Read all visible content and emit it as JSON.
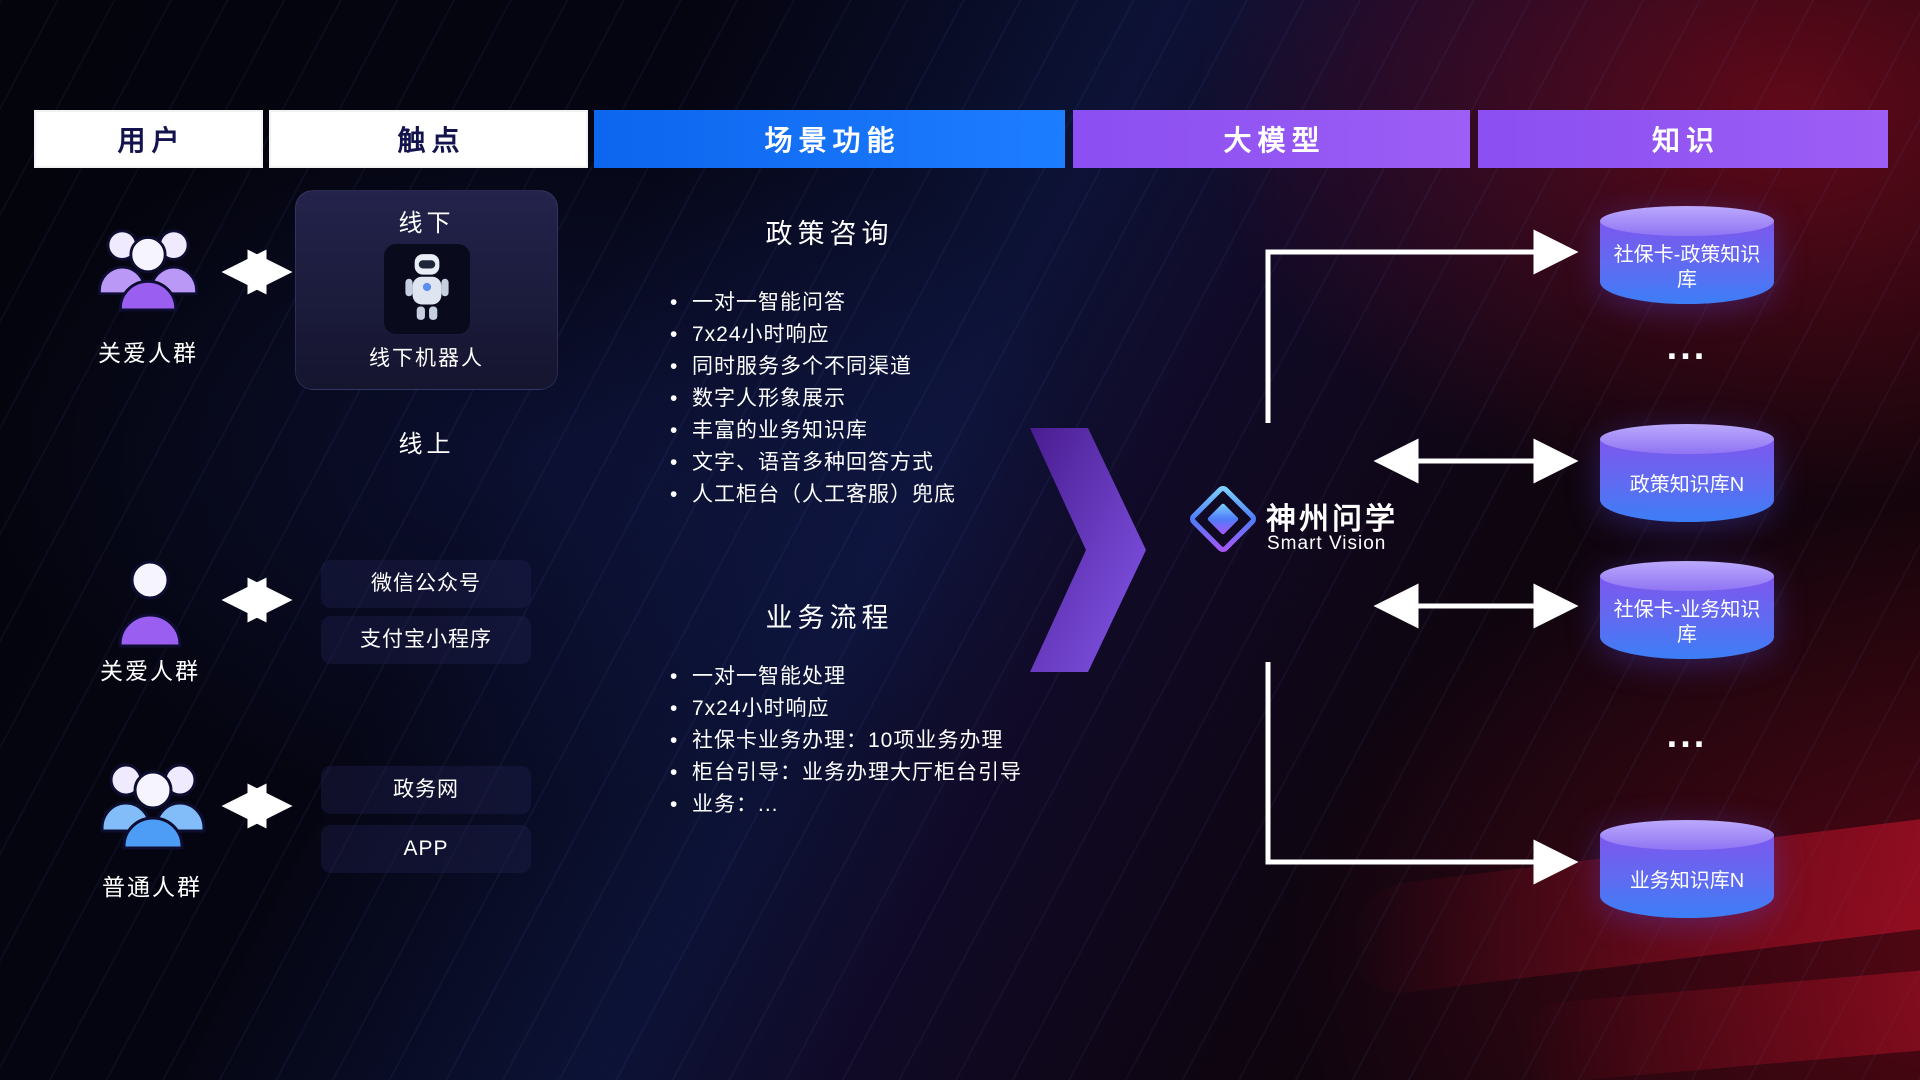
{
  "colors": {
    "header_blue": "#1d7dff",
    "header_purple": "#9c5ef4",
    "header_white_text": "#13134e",
    "big_arrow_purple_from": "#4c1d95",
    "big_arrow_purple_to": "#8b5cf6",
    "db_top": "#a48bf8",
    "db_body_from": "#7d57ee",
    "db_body_to": "#3c7ef6",
    "connector_white": "#ffffff",
    "bg_red_glow": "#960c20",
    "bg_blue_glow": "#2d55e1"
  },
  "header": {
    "columns": [
      {
        "label": "用户"
      },
      {
        "label": "触点"
      },
      {
        "label": "场景功能"
      },
      {
        "label": "大模型"
      },
      {
        "label": "知识"
      }
    ]
  },
  "users": {
    "groups": [
      {
        "label": "关爱人群",
        "icon": "group-people-purple-icon"
      },
      {
        "label": "关爱人群",
        "icon": "person-purple-icon"
      },
      {
        "label": "普通人群",
        "icon": "group-people-blue-icon"
      }
    ]
  },
  "touchpoints": {
    "offline": {
      "title": "线下",
      "device": "线下机器人",
      "icon": "robot-icon"
    },
    "online_label": "线上",
    "channels": [
      "微信公众号",
      "支付宝小程序",
      "政务网",
      "APP"
    ]
  },
  "scenarios": {
    "policy": {
      "title": "政策咨询",
      "items": [
        "一对一智能问答",
        "7x24小时响应",
        "同时服务多个不同渠道",
        "数字人形象展示",
        "丰富的业务知识库",
        "文字、语音多种回答方式",
        "人工柜台（人工客服）兜底"
      ]
    },
    "business": {
      "title": "业务流程",
      "items": [
        "一对一智能处理",
        "7x24小时响应",
        "社保卡业务办理：10项业务办理",
        "柜台引导：业务办理大厅柜台引导",
        "业务：..."
      ]
    }
  },
  "model": {
    "name": "神州问学",
    "subtitle": "Smart Vision",
    "icon": "diamond-logo-icon"
  },
  "knowledge": {
    "databases": [
      {
        "label": "社保卡-政策知识库"
      },
      {
        "label": "政策知识库N"
      },
      {
        "label": "社保卡-业务知识库"
      },
      {
        "label": "业务知识库N"
      }
    ],
    "ellipsis": "..."
  }
}
